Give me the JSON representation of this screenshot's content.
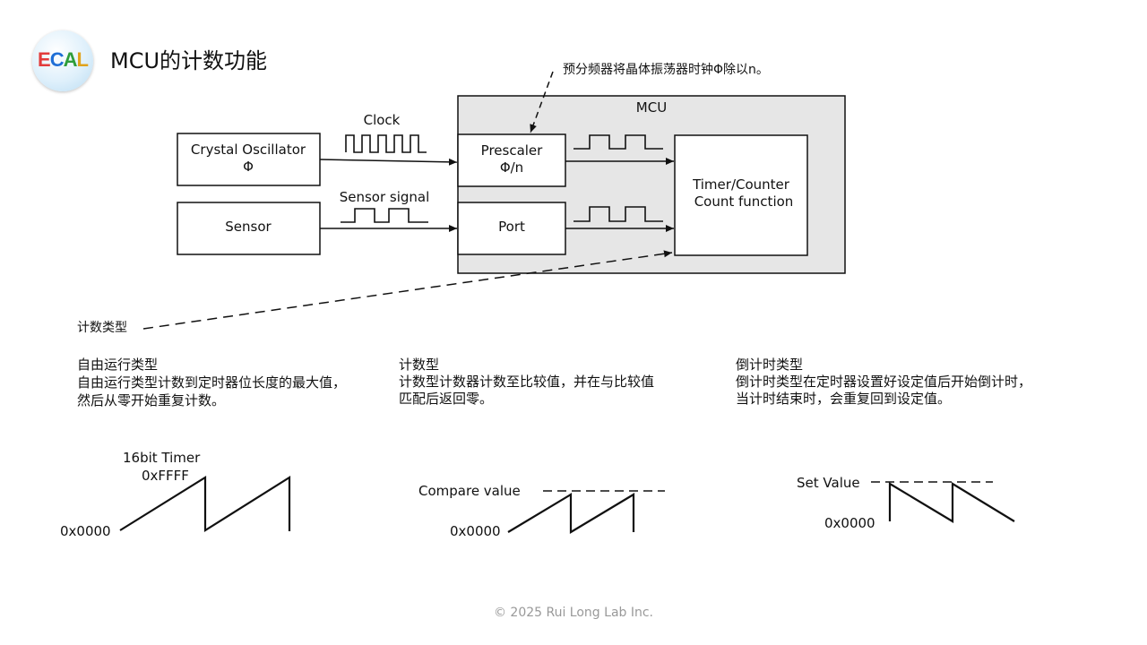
{
  "slide": {
    "logo": {
      "l1": "E",
      "l2": "C",
      "l3": "A",
      "l4": "L"
    },
    "title": "MCU的计数功能",
    "footer": "© 2025 Rui Long Lab Inc."
  },
  "diagram": {
    "prescaler_note": "预分频器将晶体振荡器时钟Φ除以n。",
    "mcu_label": "MCU",
    "crystal_line1": "Crystal Oscillator",
    "crystal_line2": "Φ",
    "sensor_label": "Sensor",
    "clock_label": "Clock",
    "sensor_signal_label": "Sensor signal",
    "prescaler_line1": "Prescaler",
    "prescaler_line2": "Φ/n",
    "port_label": "Port",
    "timer_line1": "Timer/Counter",
    "timer_line2": "Count function",
    "count_type_label": "计数类型"
  },
  "modes": {
    "free_run": {
      "heading": "自由运行类型",
      "line1": "自由运行类型计数到定时器位长度的最大值，",
      "line2": "然后从零开始重复计数。"
    },
    "compare": {
      "heading": "计数型",
      "line1": "计数型计数器计数至比较值，并在与比较值",
      "line2": "匹配后返回零。"
    },
    "countdown": {
      "heading": "倒计时类型",
      "line1": "倒计时类型在定时器设置好设定值后开始倒计时，",
      "line2": "当计时结束时，会重复回到设定值。"
    }
  },
  "waveforms": {
    "free_run": {
      "title": "16bit Timer",
      "max_label": "0xFFFF",
      "zero_label": "0x0000"
    },
    "compare": {
      "compare_label": "Compare value",
      "zero_label": "0x0000"
    },
    "countdown": {
      "set_label": "Set Value",
      "zero_label": "0x0000"
    }
  }
}
